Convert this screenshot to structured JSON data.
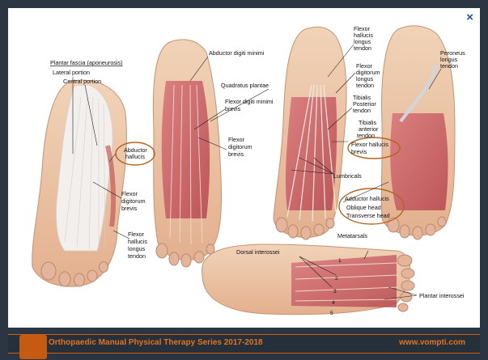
{
  "close_label": "×",
  "labels": {
    "plantar_fascia": "Plantar fascia (aponeurosis)",
    "lateral_portion": "Lateral portion",
    "central_portion": "Central portion",
    "abductor_hallucis_1": "Abductor",
    "abductor_hallucis_2": "hallucis",
    "fdb_1": "Flexor",
    "fdb_2": "digitorum",
    "fdb_3": "brevis",
    "fhl_1": "Flexor",
    "fhl_2": "hallucis",
    "fhl_3": "longus",
    "fhl_4": "tendon",
    "abd_dig_min": "Abductor digiti minimi",
    "quadratus": "Quadratus plantae",
    "fdmb_1": "Flexor digiti minimi",
    "fdmb_2": "brevis",
    "fdb2_1": "Flexor",
    "fdb2_2": "digitorum",
    "fdb2_3": "brevis",
    "fhlt_1": "Flexor",
    "fhlt_2": "hallucis",
    "fhlt_3": "longus",
    "fhlt_4": "tendon",
    "fdl_1": "Flexor",
    "fdl_2": "digitorum",
    "fdl_3": "longus",
    "fdl_4": "tendon",
    "tib_post_1": "Tibialis",
    "tib_post_2": "Posterior",
    "tib_post_3": "tendon",
    "tib_ant_1": "Tibialis",
    "tib_ant_2": "anterior",
    "tib_ant_3": "tendon",
    "fhb_1": "Flexor hallucis",
    "fhb_2": "brevis",
    "peroneus_1": "Peroneus",
    "peroneus_2": "longus",
    "peroneus_3": "tendon",
    "lumbricals": "Lumbricals",
    "adductor": "Adductor hallucis",
    "oblique": "Oblique head",
    "transverse": "Transverse head",
    "dorsal_inter": "Dorsal interossei",
    "metatarsals": "Metatarsals",
    "plantar_inter": "Plantar interossei",
    "n1": "1",
    "n2": "2",
    "n3": "3",
    "n4": "4",
    "n5": "5"
  },
  "footer": {
    "title": "Orthopaedic Manual Physical Therapy Series 2017-2018",
    "url": "www.vompti.com"
  },
  "colors": {
    "background": "#2c3642",
    "accent": "#e2741e",
    "highlight_ring": "#b5651d"
  }
}
